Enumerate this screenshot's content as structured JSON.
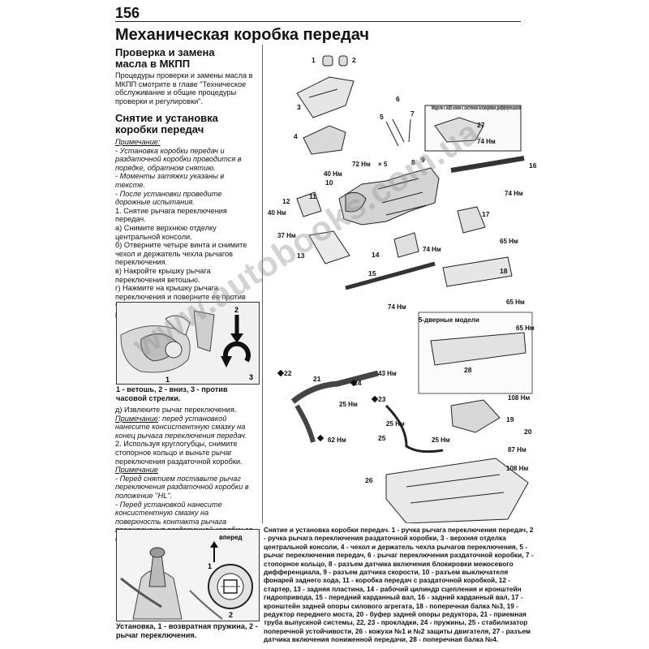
{
  "page_number": "156",
  "title": "Механическая коробка передач",
  "section1": {
    "heading": "Проверка и замена масла в МКПП",
    "text": "Процедуры проверки и замены масла в МКПП смотрите в главе \"Техническое обслуживание и общие процедуры проверки и регулировки\"."
  },
  "section2": {
    "heading": "Снятие и установка коробки передач",
    "note_label": "Примечание:",
    "notes": [
      "- Установка коробки передач и раздаточной коробки проводится в порядке, обратном снятию.",
      "- Моменты затяжки указаны в тексте.",
      "- После установки проведите дорожные испытания."
    ],
    "steps": [
      "1. Снятие рычага переключения передач.",
      "а) Снимите верхнюю отделку центральной консоли.",
      "б) Отверните четыре винта и снимите чехол и держатель чехла рычагов переключения.",
      "в) Накройте крышку рычага переключения ветошью.",
      "г) Нажмите на крышку рычага переключения и поверните ее против часовой стрелки, как показано на рисунке."
    ]
  },
  "figure1": {
    "caption": "1 - ветошь, 2 - вниз, 3 - против часовой стрелки.",
    "labels": [
      "2",
      "1",
      "3"
    ]
  },
  "section3": {
    "step_d": "д) Извлеките рычаг переключения.",
    "note_label1": "Примечание",
    "note1": ": перед установкой нанесите консистентную смазку на конец рычага переключения передач.",
    "step2": "2. Используя круглогубцы, снимите стопорное кольцо и выньте рычаг переключения раздаточной коробки.",
    "note_label2": "Примечание",
    "notes2": [
      "- Перед снятием поставьте рычаг переключения раздаточной коробки в положение \"HL\".",
      "- Перед установкой нанесите консистентную смазку на поверхность контакта рычага переключения раздаточной коробки со штоками."
    ]
  },
  "figure2": {
    "forward_label": "вперед",
    "labels": [
      "1",
      "2"
    ],
    "caption": "Установка, 1 - возвратная пружина, 2 - рычаг переключения."
  },
  "diagram": {
    "abs_note": "Модели с ABS и/или с системой блокировки дифференциала",
    "five_door": "5-дверные модели",
    "torques": [
      "72 Нм",
      "40 Нм",
      "40 Нм",
      "37 Нм",
      "74 Нм",
      "74 Нм",
      "74 Нм",
      "65 Нм",
      "65 Нм",
      "65 Нм",
      "74 Нм",
      "43 Нм",
      "25 Нм",
      "25 Нм",
      "25 Нм",
      "62 Нм",
      "108 Нм",
      "87 Нм",
      "108 Нм"
    ],
    "x5": "× 5",
    "numbers": [
      "1",
      "2",
      "3",
      "4",
      "5",
      "6",
      "7",
      "8",
      "9",
      "10",
      "11",
      "12",
      "13",
      "14",
      "15",
      "16",
      "17",
      "18",
      "19",
      "20",
      "21",
      "22",
      "23",
      "24",
      "25",
      "26",
      "27",
      "28"
    ]
  },
  "caption_bottom": "Снятие и установка коробки передач. 1 - ручка рычага переключения передач, 2 - ручка рычага переключения раздаточной коробки, 3 - верхняя отделка центральной консоли, 4 - чехол и держатель чехла рычагов переключения, 5 - рычаг переключения передач, 6 - рычаг переключения раздаточной коробки, 7 - стопорное кольцо, 8 - разъем датчика включения блокировки межосевого дифференциала, 9 - разъем датчика скорости, 10 - разъем выключателя фонарей заднего хода, 11 - коробка передач с раздаточной коробкой, 12 - стартер, 13 - задняя пластина, 14 - рабочий цилиндр сцепления и кронштейн гидропривода, 15 - передний карданный вал, 16 - задний карданный вал, 17 - кронштейн задней опоры силового агрегата, 18 - поперечная балка №3, 19 - редуктор переднего моста, 20 - буфер задней опоры редуктора, 21 - приемная труба выпускной системы, 22, 23 - прокладки, 24 - пружины, 25 - стабилизатор поперечной устойчивости, 26 - кожухи №1 и №2 защиты двигателя, 27 - разъем датчика включения пониженной передачи, 28 - поперечная балка №4.",
  "watermark": "www.autobooks.com.ua"
}
